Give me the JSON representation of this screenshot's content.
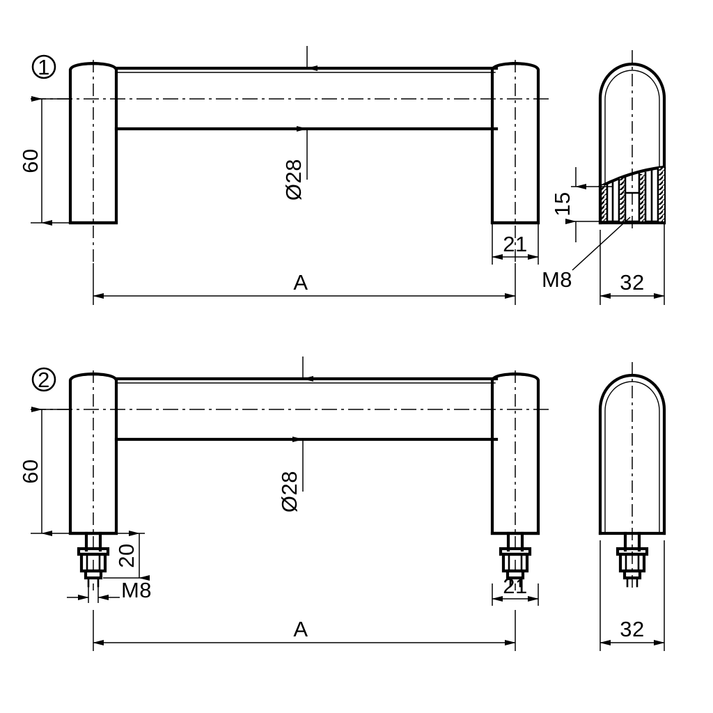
{
  "drawing": {
    "title": "Tube handle technical drawing",
    "background": "#ffffff",
    "line_color": "#000000",
    "views": [
      {
        "id": "view-1",
        "balloon": "1",
        "description": "Handle with blind threaded inserts, front view and side section view",
        "dimensions": {
          "height": "60",
          "tube_diameter": "Ø28",
          "leg_width": "21",
          "overall_length": "A",
          "insert_depth": "15",
          "thread": "M8",
          "side_width": "32"
        }
      },
      {
        "id": "view-2",
        "balloon": "2",
        "description": "Handle with through studs, nuts and washers, front view and side view",
        "dimensions": {
          "height": "60",
          "tube_diameter": "Ø28",
          "stud_length": "20",
          "thread": "M8",
          "leg_width": "21",
          "overall_length": "A",
          "side_width": "32"
        }
      }
    ],
    "labels": {
      "balloon_1": "1",
      "balloon_2": "2",
      "h60_a": "60",
      "h60_b": "60",
      "dia28_a": "Ø28",
      "dia28_b": "Ø28",
      "w21_a": "21",
      "w21_b": "21",
      "lenA_a": "A",
      "lenA_b": "A",
      "d15": "15",
      "m8_a": "M8",
      "m8_b": "M8",
      "w32_a": "32",
      "w32_b": "32",
      "d20": "20"
    }
  }
}
